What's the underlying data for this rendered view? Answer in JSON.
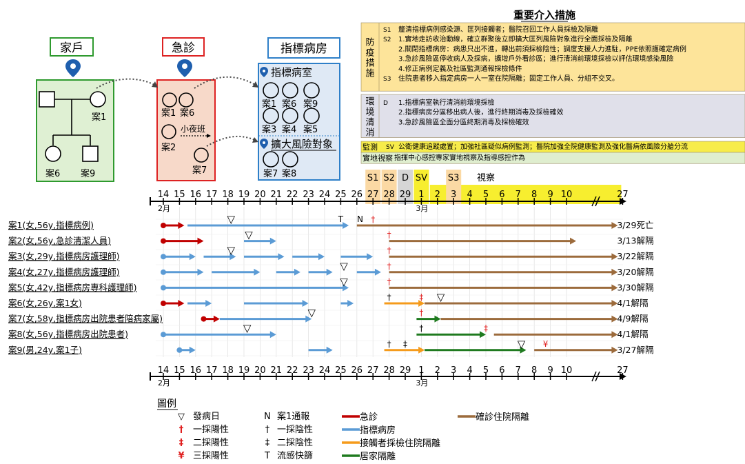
{
  "locations": {
    "home": {
      "title": "家戶",
      "cases": [
        "案1",
        "案6",
        "案9"
      ]
    },
    "er": {
      "title": "急診",
      "cases": [
        "案1",
        "案6",
        "案2",
        "案7"
      ],
      "shift": "小夜班"
    },
    "ward": {
      "title": "指標病房",
      "room": "指標病室",
      "room_cases": [
        "案1",
        "案6",
        "案9",
        "案3",
        "案4",
        "案5"
      ],
      "risk": "擴大風險對象",
      "risk_cases": [
        "案7",
        "案8"
      ]
    }
  },
  "measures": {
    "title": "重要介入措施",
    "groups": [
      {
        "name": "防疫措施",
        "color": "#fde49a",
        "items": [
          {
            "tag": "S1",
            "text": "釐清指標病例感染源、匡列接觸者；醫院召回工作人員採檢及隔離"
          },
          {
            "tag": "S2",
            "text": "1.實地走訪收治動線，確立群聚後立即擴大匡列風險對象進行全面採檢及隔離"
          },
          {
            "tag": "",
            "text": "2.關閉指標病房：病患只出不進，轉出前須採檢陰性；調度支援人力進駐，PPE依照護確定病例"
          },
          {
            "tag": "",
            "text": "3.急診風險區停收病人及採病，擴增戶外看診區；進行清消前環境採檢以評估環境感染風險"
          },
          {
            "tag": "",
            "text": "4.修正病例定義及社區監測通報採檢條件"
          },
          {
            "tag": "S3",
            "text": "住院患者移入指定病房一人一室在院隔離；固定工作人員、分組不交叉。"
          }
        ]
      },
      {
        "name": "環境清消",
        "color": "#e0e0ea",
        "items": [
          {
            "tag": "D",
            "text": "1.指標病室執行清消前環境採檢"
          },
          {
            "tag": "",
            "text": "2.指標病房分區移出病人後，進行終期消毒及採檢確效"
          },
          {
            "tag": "",
            "text": "3.急診風險區全面分區終期消毒及採檢確效"
          }
        ]
      },
      {
        "name": "監測",
        "color": "#f7ec4a",
        "items": [
          {
            "tag": "SV",
            "text": "公衛健康追蹤處置；加強社區疑似病例監測；醫院加強全院健康監測及強化醫病依風險分艙分流"
          }
        ]
      },
      {
        "name": "實地視察",
        "color": "#dfeecf",
        "items": [
          {
            "tag": "",
            "text": "指揮中心感控專家實地視察及指導感控作為"
          }
        ]
      }
    ]
  },
  "markers": [
    {
      "label": "S1",
      "day": 27,
      "color": "#fbd9a4"
    },
    {
      "label": "S2",
      "day": 28,
      "color": "#fbd9a4"
    },
    {
      "label": "D",
      "day": 29,
      "color": "#d6d6d6"
    },
    {
      "label": "SV",
      "day": 30,
      "color": "#f7ee2f"
    },
    {
      "label": "S3",
      "day": 32,
      "color": "#fbd9a4"
    },
    {
      "label": "視察",
      "day": 34,
      "color": "none"
    }
  ],
  "axis": {
    "ticks": [
      "14",
      "15",
      "16",
      "17",
      "18",
      "19",
      "20",
      "21",
      "22",
      "23",
      "24",
      "25",
      "26",
      "27",
      "28",
      "29",
      "1",
      "2",
      "3",
      "4",
      "5",
      "6",
      "7",
      "8",
      "9",
      "10",
      "27"
    ],
    "month_feb": "2月",
    "month_mar": "3月"
  },
  "cases": [
    {
      "label": "案1(女,56y,指標病例)",
      "outcome": "3/29死亡",
      "bars": [
        {
          "from": 14,
          "to": 15.3,
          "type": "er"
        },
        {
          "from": 15.5,
          "to": 25.5,
          "type": "ward"
        },
        {
          "from": 26,
          "to": 40.7,
          "type": "confirmed"
        }
      ],
      "marks": [
        {
          "day": 18.2,
          "sym": "▽"
        },
        {
          "day": 25,
          "sym": "T"
        },
        {
          "day": 26.2,
          "sym": "N"
        },
        {
          "day": 27,
          "sym": "†",
          "color": "#e02020"
        }
      ]
    },
    {
      "label": "案2(女,56y,急診清潔人員)",
      "outcome": "3/13解隔",
      "bars": [
        {
          "from": 14,
          "to": 16.5,
          "type": "er"
        },
        {
          "from": 19,
          "to": 21,
          "type": "ward"
        },
        {
          "from": 28,
          "to": 39.6,
          "type": "confirmed"
        }
      ],
      "marks": [
        {
          "day": 19.3,
          "sym": "▽"
        },
        {
          "day": 28,
          "sym": "†",
          "color": "#e02020"
        }
      ]
    },
    {
      "label": "案3(女,29y,指標病房護理師)",
      "outcome": "3/22解隔",
      "bars": [
        {
          "from": 14,
          "to": 16,
          "type": "ward"
        },
        {
          "from": 16.5,
          "to": 18.5,
          "type": "ward"
        },
        {
          "from": 19,
          "to": 21.5,
          "type": "ward"
        },
        {
          "from": 22,
          "to": 24,
          "type": "ward"
        },
        {
          "from": 25,
          "to": 27,
          "type": "ward"
        },
        {
          "from": 28,
          "to": 40.7,
          "type": "confirmed"
        }
      ],
      "marks": [
        {
          "day": 18.2,
          "sym": "▽"
        },
        {
          "day": 28,
          "sym": "†",
          "color": "#e02020"
        }
      ]
    },
    {
      "label": "案4(女,27y,指標病房護理師)",
      "outcome": "3/20解隔",
      "bars": [
        {
          "from": 14,
          "to": 16.5,
          "type": "ward"
        },
        {
          "from": 17,
          "to": 20,
          "type": "ward"
        },
        {
          "from": 21,
          "to": 22.5,
          "type": "ward"
        },
        {
          "from": 23,
          "to": 24.5,
          "type": "ward"
        },
        {
          "from": 26,
          "to": 27.5,
          "type": "ward"
        },
        {
          "from": 28,
          "to": 40.7,
          "type": "confirmed"
        }
      ],
      "marks": [
        {
          "day": 25.2,
          "sym": "▽"
        },
        {
          "day": 28,
          "sym": "†",
          "color": "#e02020"
        }
      ]
    },
    {
      "label": "案5(女,42y,指標病房專科護理師)",
      "outcome": "3/30解隔",
      "bars": [
        {
          "from": 14,
          "to": 25.5,
          "type": "ward"
        },
        {
          "from": 28,
          "to": 40.7,
          "type": "confirmed"
        }
      ],
      "marks": [
        {
          "day": 25.2,
          "sym": "▽"
        },
        {
          "day": 28,
          "sym": "†",
          "color": "#e02020"
        }
      ]
    },
    {
      "label": "案6(女,26y,案1女)",
      "outcome": "4/1解隔",
      "bars": [
        {
          "from": 14,
          "to": 15.3,
          "type": "er"
        },
        {
          "from": 15.5,
          "to": 17,
          "type": "ward"
        },
        {
          "from": 19,
          "to": 23,
          "type": "ward"
        },
        {
          "from": 25,
          "to": 25.8,
          "type": "ward"
        },
        {
          "from": 27.7,
          "to": 30.2,
          "type": "contact"
        },
        {
          "from": 30.2,
          "to": 40.7,
          "type": "confirmed"
        }
      ],
      "marks": [
        {
          "day": 31.2,
          "sym": "▽"
        },
        {
          "day": 28,
          "sym": "†",
          "color": "#000"
        },
        {
          "day": 30,
          "sym": "‡",
          "color": "#e02020"
        }
      ]
    },
    {
      "label": "案7(女,58y,指標病房出院患者陪病家屬)",
      "outcome": "4/9解隔",
      "bars": [
        {
          "from": 16.5,
          "to": 17.5,
          "type": "er"
        },
        {
          "from": 17.5,
          "to": 23.2,
          "type": "ward"
        },
        {
          "from": 29.7,
          "to": 31.2,
          "type": "home"
        },
        {
          "from": 31.2,
          "to": 40.7,
          "type": "confirmed"
        }
      ],
      "marks": [
        {
          "day": 23.2,
          "sym": "▽"
        },
        {
          "day": 30,
          "sym": "†",
          "color": "#e02020"
        }
      ]
    },
    {
      "label": "案8(女,56y,指標病房出院患者)",
      "outcome": "4/1解隔",
      "bars": [
        {
          "from": 14,
          "to": 21,
          "type": "ward"
        },
        {
          "from": 29.7,
          "to": 34,
          "type": "home"
        },
        {
          "from": 34.5,
          "to": 40.7,
          "type": "confirmed"
        }
      ],
      "marks": [
        {
          "day": 19.2,
          "sym": "▽"
        },
        {
          "day": 30,
          "sym": "†",
          "color": "#000"
        },
        {
          "day": 34,
          "sym": "‡",
          "color": "#e02020"
        }
      ]
    },
    {
      "label": "案9(男,24y,案1子)",
      "outcome": "3/27解隔",
      "bars": [
        {
          "from": 15,
          "to": 16,
          "type": "ward"
        },
        {
          "from": 23,
          "to": 24.5,
          "type": "ward"
        },
        {
          "from": 27.7,
          "to": 30.2,
          "type": "contact"
        },
        {
          "from": 30.2,
          "to": 36.5,
          "type": "home"
        },
        {
          "from": 37,
          "to": 40.7,
          "type": "confirmed"
        }
      ],
      "marks": [
        {
          "day": 36.2,
          "sym": "▽"
        },
        {
          "day": 28,
          "sym": "†",
          "color": "#000"
        },
        {
          "day": 29,
          "sym": "‡",
          "color": "#000"
        },
        {
          "day": 37.7,
          "sym": "¥",
          "color": "#e02020"
        }
      ]
    }
  ],
  "legend": {
    "title": "圖例",
    "sym": [
      {
        "sym": "▽",
        "text": "發病日",
        "color": "#000"
      },
      {
        "sym": "†",
        "text": "一採陽性",
        "color": "#e02020"
      },
      {
        "sym": "‡",
        "text": "二採陽性",
        "color": "#e02020"
      },
      {
        "sym": "¥",
        "text": "三採陽性",
        "color": "#e02020"
      }
    ],
    "sym2": [
      {
        "sym": "N",
        "text": "案1通報"
      },
      {
        "sym": "†",
        "text": "一採陰性"
      },
      {
        "sym": "‡",
        "text": "二採陰性"
      },
      {
        "sym": "T",
        "text": "流感快篩"
      }
    ],
    "lines": [
      {
        "type": "er",
        "text": "急診"
      },
      {
        "type": "ward",
        "text": "指標病房"
      },
      {
        "type": "contact",
        "text": "接觸者採檢住院隔離"
      },
      {
        "type": "home",
        "text": "居家隔離"
      },
      {
        "type": "confirmed",
        "text": "確診住院隔離"
      }
    ]
  },
  "colors": {
    "er": "#c00000",
    "ward": "#5b9bd5",
    "confirmed": "#9c6b3c",
    "contact": "#f59b1b",
    "home": "#1f7a1f"
  }
}
